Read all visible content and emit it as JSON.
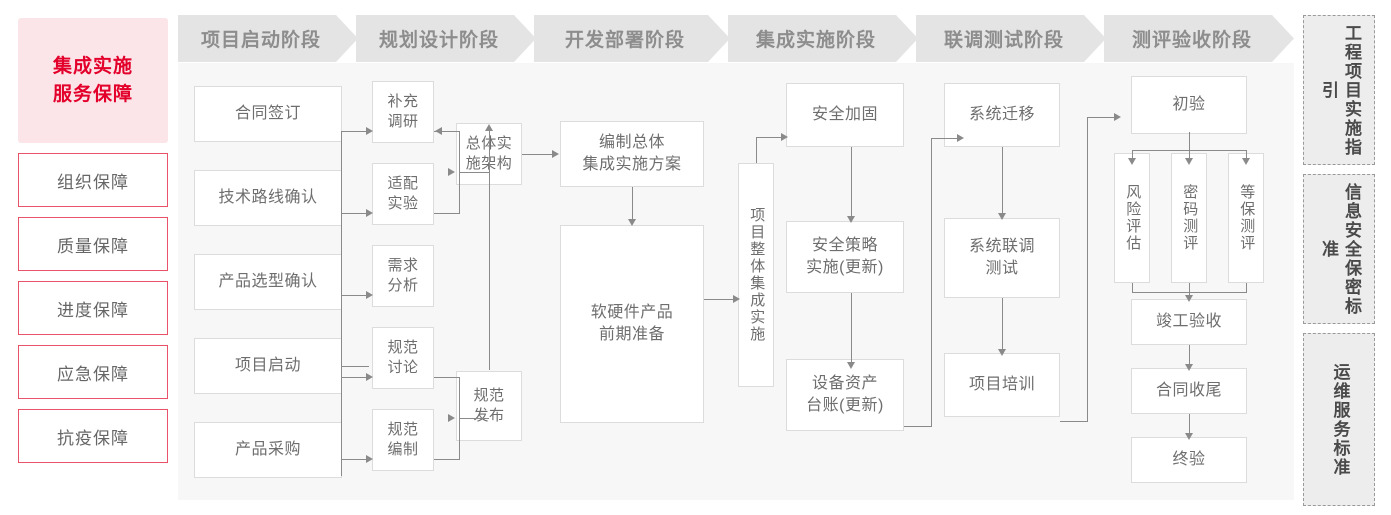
{
  "left_sidebar": {
    "title": "集成实施\n服务保障",
    "title_line1": "集成实施",
    "title_line2": "服务保障",
    "accent_color": "#e3002b",
    "items": [
      {
        "label": "组织保障"
      },
      {
        "label": "质量保障"
      },
      {
        "label": "进度保障"
      },
      {
        "label": "应急保障"
      },
      {
        "label": "抗疫保障"
      }
    ]
  },
  "phases": [
    {
      "header": "项目启动阶段",
      "nodes": [
        {
          "label": "合同签订"
        },
        {
          "label": "技术路线确认"
        },
        {
          "label": "产品选型确认"
        },
        {
          "label": "项目启动"
        },
        {
          "label": "产品采购"
        }
      ]
    },
    {
      "header": "规划设计阶段",
      "nodes": [
        {
          "label": "补充\n调研",
          "l1": "补充",
          "l2": "调研"
        },
        {
          "label": "适配\n实验",
          "l1": "适配",
          "l2": "实验"
        },
        {
          "label": "需求\n分析",
          "l1": "需求",
          "l2": "分析"
        },
        {
          "label": "规范\n讨论",
          "l1": "规范",
          "l2": "讨论"
        },
        {
          "label": "规范\n编制",
          "l1": "规范",
          "l2": "编制"
        },
        {
          "label": "总体实\n施架构",
          "l1": "总体实",
          "l2": "施架构"
        },
        {
          "label": "规范\n发布",
          "l1": "规范",
          "l2": "发布"
        }
      ]
    },
    {
      "header": "开发部署阶段",
      "nodes": [
        {
          "label": "编制总体\n集成实施方案",
          "l1": "编制总体",
          "l2": "集成实施方案"
        },
        {
          "label": "软硬件产品\n前期准备",
          "l1": "软硬件产品",
          "l2": "前期准备"
        }
      ]
    },
    {
      "header": "集成实施阶段",
      "nodes": [
        {
          "label": "项目整体集成实施"
        },
        {
          "label": "安全加固"
        },
        {
          "label": "安全策略\n实施(更新)",
          "l1": "安全策略",
          "l2": "实施(更新)"
        },
        {
          "label": "设备资产\n台账(更新)",
          "l1": "设备资产",
          "l2": "台账(更新)"
        }
      ]
    },
    {
      "header": "联调测试阶段",
      "nodes": [
        {
          "label": "系统迁移"
        },
        {
          "label": "系统联调\n测试",
          "l1": "系统联调",
          "l2": "测试"
        },
        {
          "label": "项目培训"
        }
      ]
    },
    {
      "header": "测评验收阶段",
      "nodes": [
        {
          "label": "初验"
        },
        {
          "label": "风险评估"
        },
        {
          "label": "密码测评"
        },
        {
          "label": "等保测评"
        },
        {
          "label": "竣工验收"
        },
        {
          "label": "合同收尾"
        },
        {
          "label": "终验"
        }
      ]
    }
  ],
  "right_sidebar": {
    "panels": [
      {
        "label": "工程项目实施指引"
      },
      {
        "label": "信息安全保密标准"
      },
      {
        "label": "运维服务标准"
      }
    ]
  }
}
